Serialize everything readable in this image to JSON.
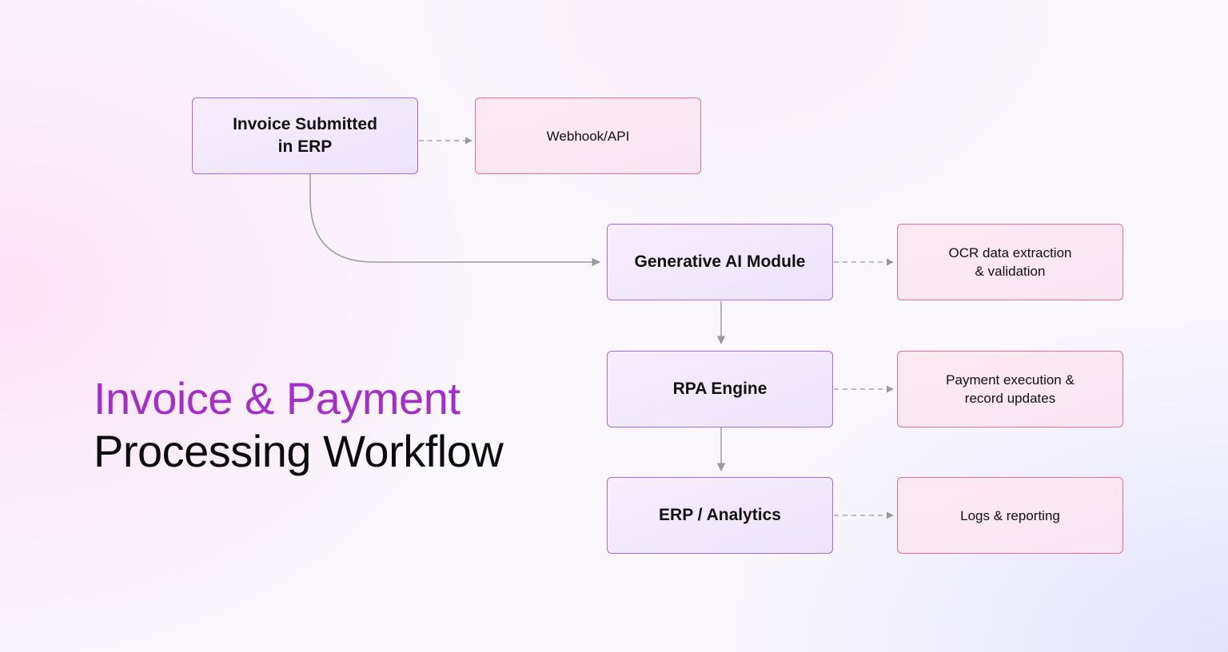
{
  "title": {
    "line1": "Invoice & Payment",
    "line2": "Processing Workflow"
  },
  "nodes": {
    "invoice_submitted": "Invoice Submitted\nin ERP",
    "webhook_api": "Webhook/API",
    "generative_ai": "Generative AI Module",
    "ocr_extraction": "OCR data extraction\n& validation",
    "rpa_engine": "RPA Engine",
    "payment_execution": "Payment execution &\nrecord updates",
    "erp_analytics": "ERP / Analytics",
    "logs_reporting": "Logs & reporting"
  },
  "colors": {
    "title_accent": "#a32fc8",
    "primary_border": "#a46be6",
    "secondary_border": "#ea6f95",
    "connector": "#9a9a9a"
  }
}
